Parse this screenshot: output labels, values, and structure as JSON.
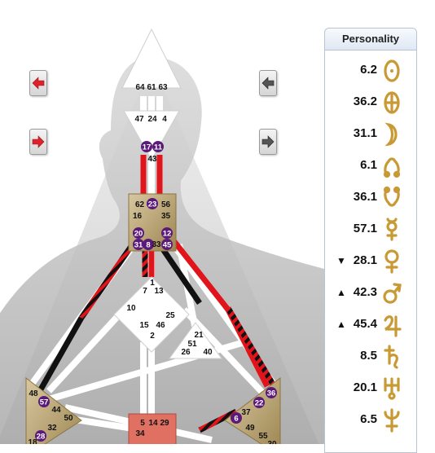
{
  "bodygraph": {
    "gates": {
      "head": [
        "64",
        "61",
        "63"
      ],
      "ajna_top": [
        "47",
        "24",
        "4"
      ],
      "ajna_active": [
        "17",
        "11"
      ],
      "ajna_bottom": "43",
      "throat_active_top": "23",
      "throat_left": [
        "62",
        "16"
      ],
      "throat_right": [
        "56",
        "35"
      ],
      "throat_active_mid": [
        "20",
        "12"
      ],
      "throat_active_bottom": [
        "31",
        "8",
        "45"
      ],
      "throat_bottom": "33",
      "g_top": [
        "1",
        "7",
        "13"
      ],
      "g_left": "10",
      "g_right": [
        "25",
        "46"
      ],
      "g_bottom": [
        "15",
        "2"
      ],
      "ego": [
        "21",
        "51",
        "26",
        "40"
      ],
      "spleen": [
        "48",
        "44",
        "50",
        "32",
        "18"
      ],
      "spleen_active": [
        "57",
        "28"
      ],
      "sacral": [
        "5",
        "14",
        "29",
        "34"
      ],
      "solar_active": [
        "36",
        "22",
        "6"
      ],
      "solar": [
        "37",
        "49",
        "55",
        "30"
      ]
    }
  },
  "nav": {
    "left_back": "arrow-left-icon",
    "left_forward": "arrow-right-icon",
    "right_back": "arrow-left-icon",
    "right_forward": "arrow-right-icon"
  },
  "personality": {
    "title": "Personality",
    "rows": [
      {
        "arrow": "",
        "value": "6.2",
        "planet": "sun-icon"
      },
      {
        "arrow": "",
        "value": "36.2",
        "planet": "earth-icon"
      },
      {
        "arrow": "",
        "value": "31.1",
        "planet": "moon-icon"
      },
      {
        "arrow": "",
        "value": "6.1",
        "planet": "north-node-icon"
      },
      {
        "arrow": "",
        "value": "36.1",
        "planet": "south-node-icon"
      },
      {
        "arrow": "",
        "value": "57.1",
        "planet": "mercury-icon"
      },
      {
        "arrow": "▼",
        "value": "28.1",
        "planet": "venus-icon"
      },
      {
        "arrow": "▲",
        "value": "42.3",
        "planet": "mars-icon"
      },
      {
        "arrow": "▲",
        "value": "45.4",
        "planet": "jupiter-icon"
      },
      {
        "arrow": "",
        "value": "8.5",
        "planet": "saturn-icon"
      },
      {
        "arrow": "",
        "value": "20.1",
        "planet": "uranus-icon"
      },
      {
        "arrow": "",
        "value": "6.5",
        "planet": "neptune-icon"
      }
    ]
  },
  "colors": {
    "accent_gold": "#d9a53a",
    "activation_purple": "#5b1a7a",
    "channel_red": "#e0141a",
    "channel_black": "#111111"
  }
}
